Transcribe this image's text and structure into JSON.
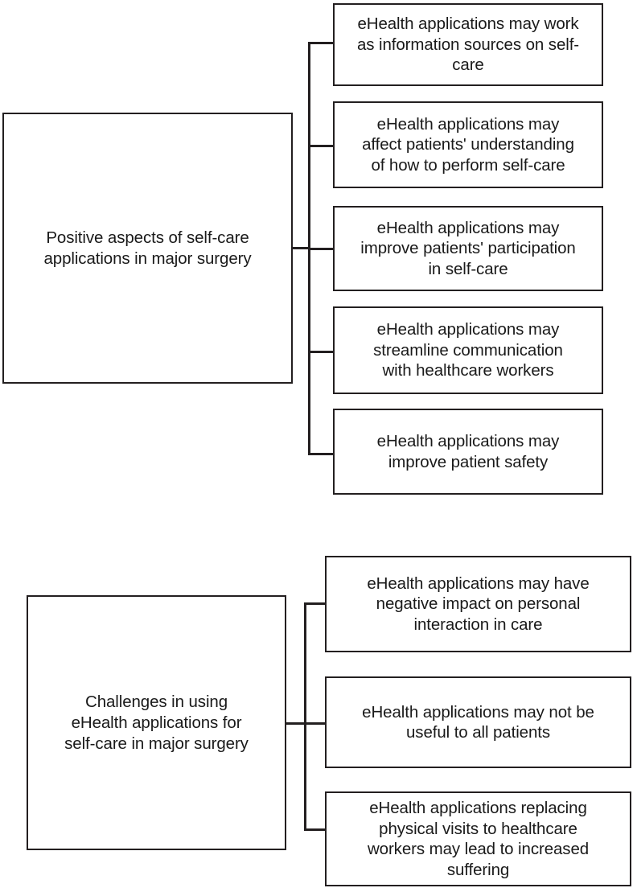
{
  "diagram": {
    "type": "hierarchy-tree",
    "orientation": "left-to-right",
    "background_color": "#ffffff",
    "line_color": "#231f20",
    "text_color": "#1a1a1a",
    "groups": [
      {
        "id": "positive-aspects",
        "parent": {
          "id": "parent-positive",
          "text": "Positive aspects of  self-care\napplications in major surgery"
        },
        "children": [
          {
            "id": "positive-child-1",
            "text": "eHealth applications may work\nas information sources on self-\ncare"
          },
          {
            "id": "positive-child-2",
            "text": "eHealth applications may\naffect patients' understanding\nof how to perform self-care"
          },
          {
            "id": "positive-child-3",
            "text": "eHealth applications may\nimprove patients' participation\nin self-care"
          },
          {
            "id": "positive-child-4",
            "text": "eHealth applications may\nstreamline communication\nwith healthcare workers"
          },
          {
            "id": "positive-child-5",
            "text": "eHealth applications may\nimprove patient safety"
          }
        ]
      },
      {
        "id": "challenges",
        "parent": {
          "id": "parent-challenges",
          "text": "Challenges in using\neHealth applications for\nself-care in major surgery"
        },
        "children": [
          {
            "id": "challenge-child-1",
            "text": "eHealth applications may have\nnegative impact on personal\ninteraction in care"
          },
          {
            "id": "challenge-child-2",
            "text": "eHealth applications may not be\nuseful to all patients"
          },
          {
            "id": "challenge-child-3",
            "text": "eHealth applications replacing\nphysical visits to healthcare\nworkers may lead to increased\nsuffering"
          }
        ]
      }
    ]
  }
}
